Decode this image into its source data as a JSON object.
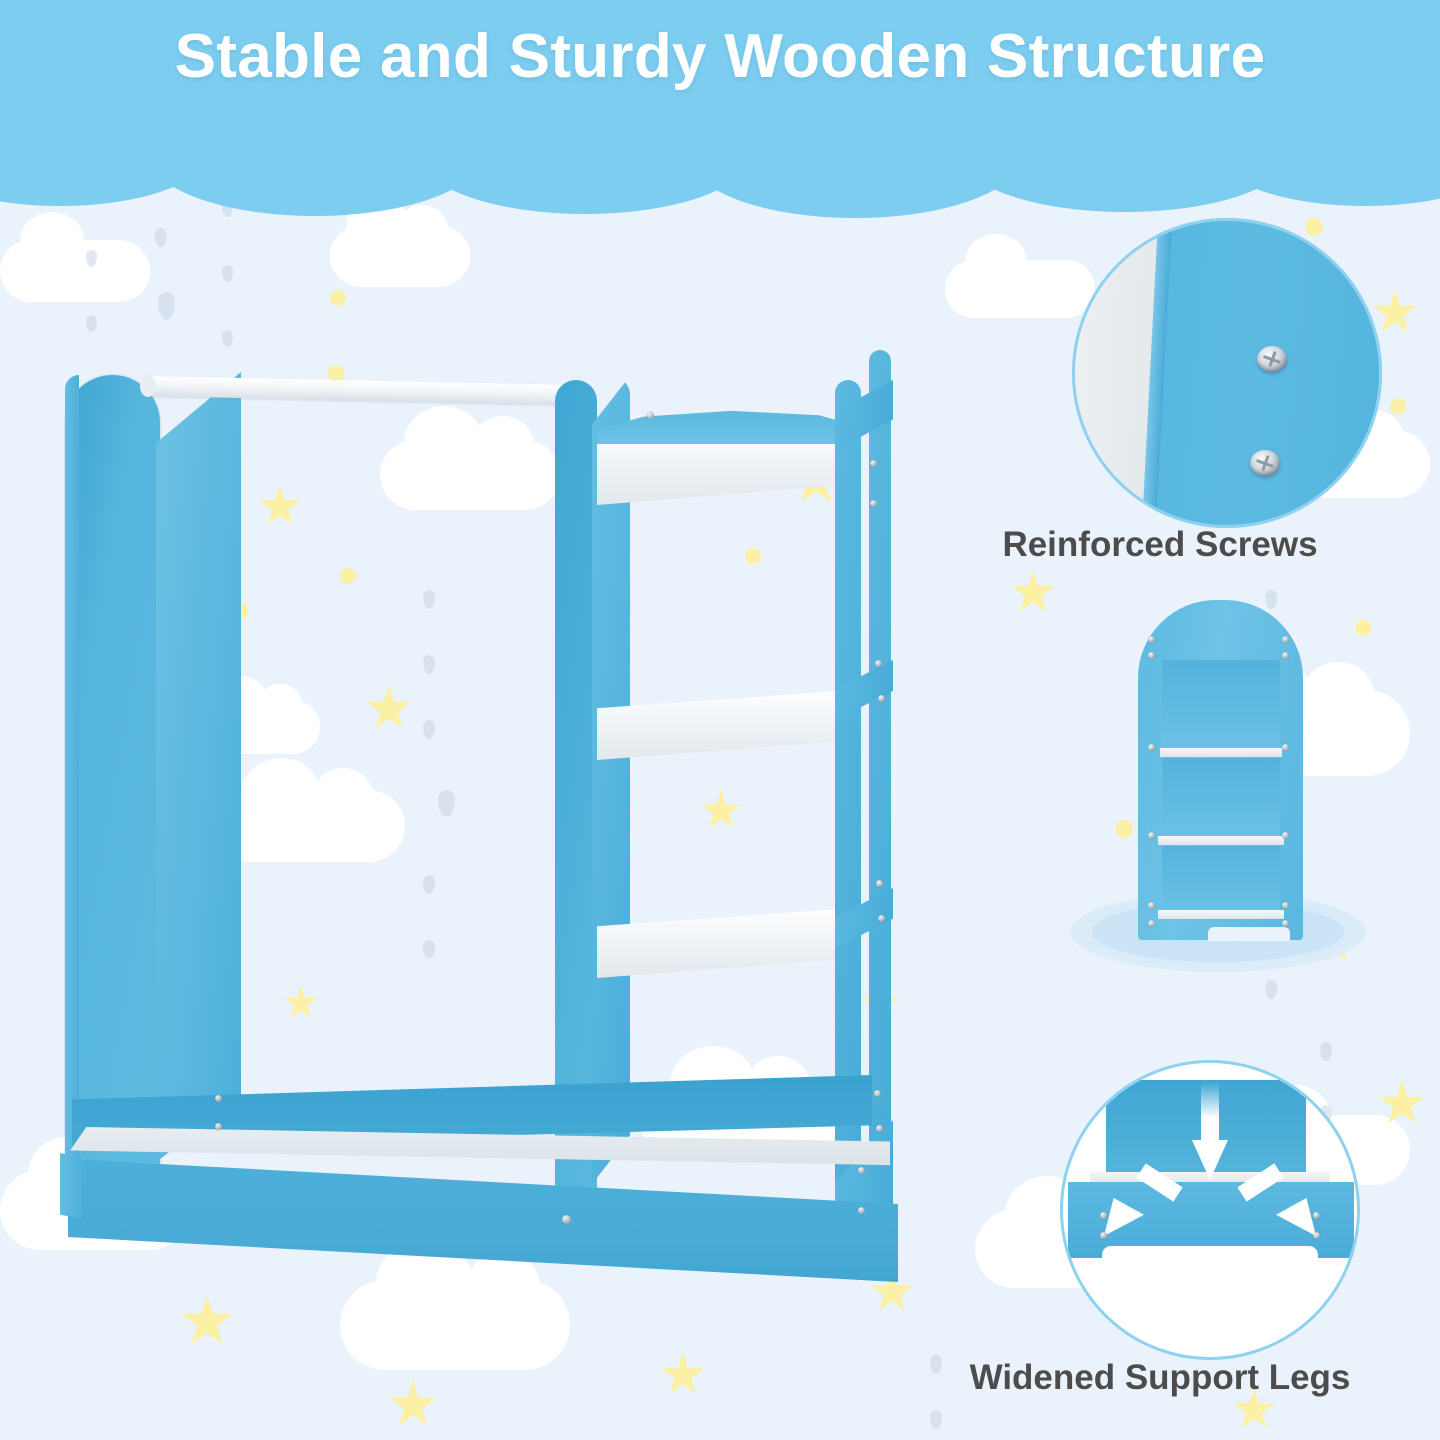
{
  "banner": {
    "title": "Stable and Sturdy Wooden Structure",
    "bg_color": "#7ccdf0",
    "text_color": "#ffffff"
  },
  "page": {
    "background_color": "#eaf2fb",
    "product_blue": "#4fb0da",
    "shelf_white": "#f2f6f8",
    "star_yellow": "#fcf0a4",
    "raindrop_gray": "#c9d6e6",
    "caption_color": "#4c4c4c"
  },
  "hero": {
    "name": "kids-dress-up-wardrobe-angled-view",
    "parts": {
      "left_panel": "left-side-panel",
      "hanging_rod": "white-hanging-rod",
      "shelf_unit": "three-tier-shelf-column",
      "right_frame": "open-frame-right-side-panel",
      "base": "bottom-storage-tray"
    }
  },
  "insets": [
    {
      "id": "inset-screws",
      "name": "reinforced-screws-closeup",
      "caption": "Reinforced Screws",
      "ring_color": "#8ed2f0",
      "screw_count": 2
    },
    {
      "id": "thumb-front",
      "name": "shelf-unit-front-view",
      "caption": "",
      "shelf_count": 3
    },
    {
      "id": "inset-legs",
      "name": "widened-support-legs-closeup",
      "caption": "Widened Support Legs",
      "ring_color": "#8ed2f0",
      "arrows": [
        "down-arrow",
        "diagonal-left-arrow",
        "diagonal-right-arrow"
      ]
    }
  ],
  "captions": {
    "screws": "Reinforced Screws",
    "legs": "Widened Support Legs"
  }
}
